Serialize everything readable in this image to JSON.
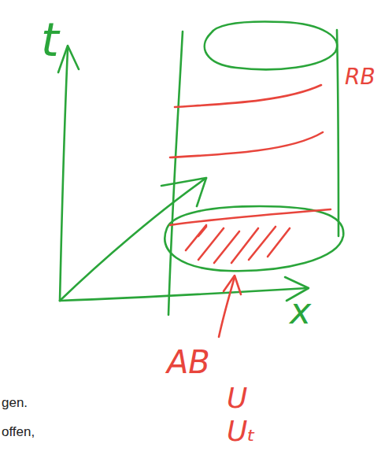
{
  "diagram": {
    "labels": [
      "t",
      "x",
      "RB",
      "AB",
      "U",
      "Uₜ",
      "gen.",
      "offen,"
    ]
  }
}
